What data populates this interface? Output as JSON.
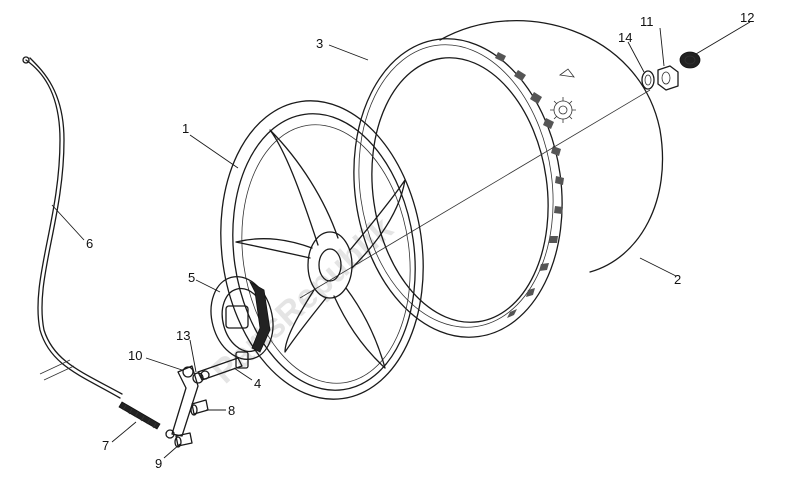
{
  "diagram": {
    "callouts": [
      {
        "id": "1",
        "label": "1"
      },
      {
        "id": "2",
        "label": "2"
      },
      {
        "id": "3",
        "label": "3"
      },
      {
        "id": "4",
        "label": "4"
      },
      {
        "id": "5",
        "label": "5"
      },
      {
        "id": "6",
        "label": "6"
      },
      {
        "id": "7",
        "label": "7"
      },
      {
        "id": "8",
        "label": "8"
      },
      {
        "id": "9",
        "label": "9"
      },
      {
        "id": "10",
        "label": "10"
      },
      {
        "id": "11",
        "label": "11"
      },
      {
        "id": "12",
        "label": "12"
      },
      {
        "id": "13",
        "label": "13"
      },
      {
        "id": "14",
        "label": "14"
      }
    ],
    "watermark": "PartsRepublik"
  }
}
